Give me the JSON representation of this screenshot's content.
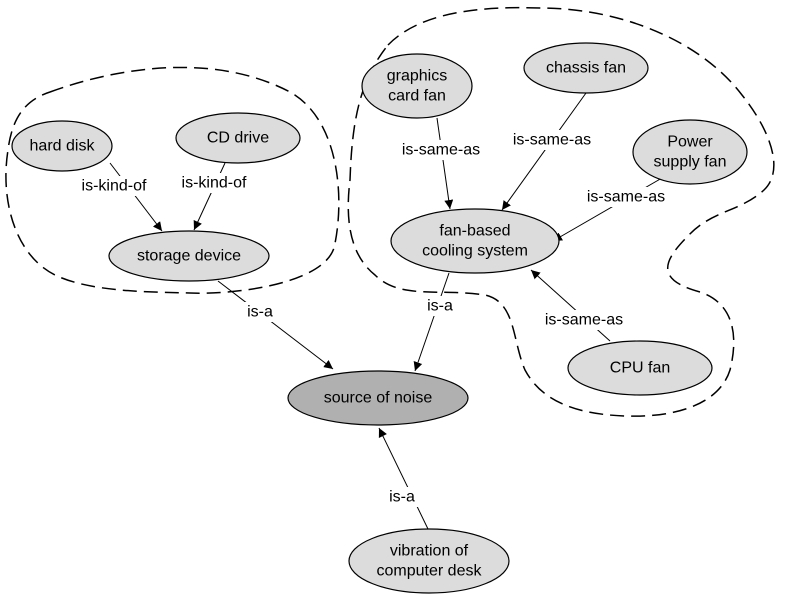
{
  "colors": {
    "node_fill": "#dcdcdc",
    "central_node_fill": "#b0b0b0",
    "line": "#000000",
    "background": "#ffffff"
  },
  "groups": [
    {
      "id": "storage-group",
      "style": "dashed"
    },
    {
      "id": "fan-group",
      "style": "dashed"
    }
  ],
  "nodes": [
    {
      "id": "hard-disk",
      "lines": [
        "hard disk"
      ]
    },
    {
      "id": "cd-drive",
      "lines": [
        "CD drive"
      ]
    },
    {
      "id": "storage-device",
      "lines": [
        "storage device"
      ]
    },
    {
      "id": "graphics-card-fan",
      "lines": [
        "graphics",
        "card fan"
      ]
    },
    {
      "id": "chassis-fan",
      "lines": [
        "chassis fan"
      ]
    },
    {
      "id": "power-supply-fan",
      "lines": [
        "Power",
        "supply fan"
      ]
    },
    {
      "id": "fan-based-cooling-system",
      "lines": [
        "fan-based",
        "cooling system"
      ]
    },
    {
      "id": "cpu-fan",
      "lines": [
        "CPU fan"
      ]
    },
    {
      "id": "source-of-noise",
      "lines": [
        "source of noise"
      ],
      "central": true
    },
    {
      "id": "vibration-of-computer-desk",
      "lines": [
        "vibration of",
        "computer desk"
      ]
    }
  ],
  "edges": [
    {
      "id": "hard-disk-to-storage-device",
      "from": "hard-disk",
      "to": "storage-device",
      "label": "is-kind-of"
    },
    {
      "id": "cd-drive-to-storage-device",
      "from": "cd-drive",
      "to": "storage-device",
      "label": "is-kind-of"
    },
    {
      "id": "graphics-card-fan-to-cooling",
      "from": "graphics-card-fan",
      "to": "fan-based-cooling-system",
      "label": "is-same-as"
    },
    {
      "id": "chassis-fan-to-cooling",
      "from": "chassis-fan",
      "to": "fan-based-cooling-system",
      "label": "is-same-as"
    },
    {
      "id": "power-supply-fan-to-cooling",
      "from": "power-supply-fan",
      "to": "fan-based-cooling-system",
      "label": "is-same-as"
    },
    {
      "id": "cpu-fan-to-cooling",
      "from": "cpu-fan",
      "to": "fan-based-cooling-system",
      "label": "is-same-as"
    },
    {
      "id": "storage-device-to-noise",
      "from": "storage-device",
      "to": "source-of-noise",
      "label": "is-a"
    },
    {
      "id": "cooling-to-noise",
      "from": "fan-based-cooling-system",
      "to": "source-of-noise",
      "label": "is-a"
    },
    {
      "id": "desk-vibration-to-noise",
      "from": "vibration-of-computer-desk",
      "to": "source-of-noise",
      "label": "is-a"
    }
  ]
}
